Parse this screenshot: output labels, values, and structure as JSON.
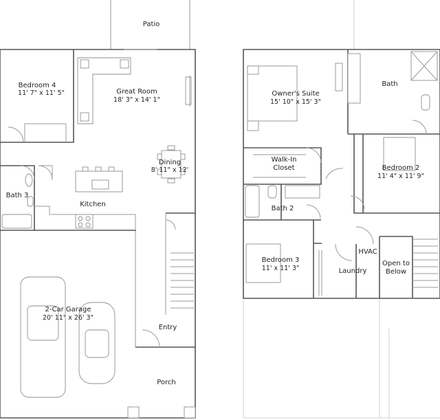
{
  "first_floor": {
    "patio": "Patio",
    "bedroom4": {
      "name": "Bedroom 4",
      "dim": "11' 7\" x 11' 5\""
    },
    "great_room": {
      "name": "Great Room",
      "dim": "18' 3\" x 14' 1\""
    },
    "dining": {
      "name": "Dining",
      "dim": "8' 11\" x 12'"
    },
    "bath3": "Bath 3",
    "kitchen": "Kitchen",
    "garage": {
      "name": "2-Car Garage",
      "dim": "20' 11\" x 26' 3\""
    },
    "entry": "Entry",
    "porch": "Porch"
  },
  "second_floor": {
    "owners_suite": {
      "name": "Owner's Suite",
      "dim": "15' 10\" x 15' 3\""
    },
    "bath": "Bath",
    "walk_in_closet": {
      "line1": "Walk-In",
      "line2": "Closet"
    },
    "bedroom2": {
      "name": "Bedroom 2",
      "dim": "11' 4\" x 11' 9\""
    },
    "bath2": "Bath 2",
    "bedroom3": {
      "name": "Bedroom 3",
      "dim": "11' x 11' 3\""
    },
    "hvac": "HVAC",
    "laundry": "Laundry",
    "open_to_below": {
      "line1": "Open to",
      "line2": "Below"
    }
  }
}
